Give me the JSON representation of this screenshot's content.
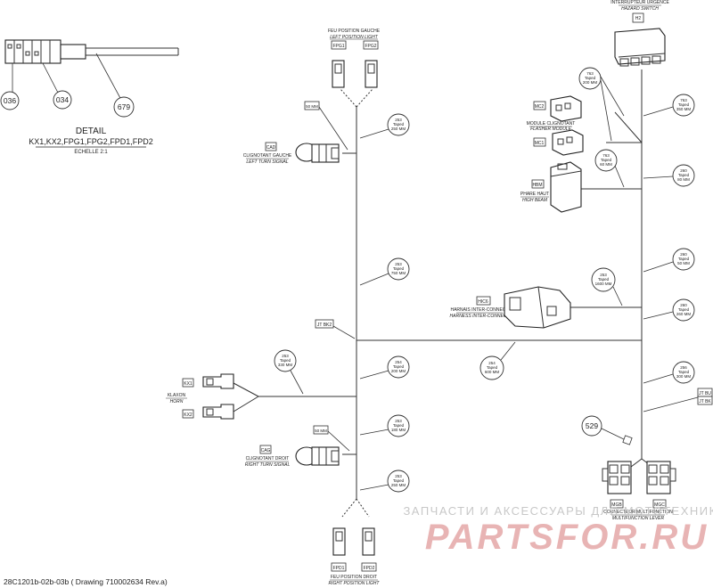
{
  "detail": {
    "title": "DETAIL",
    "refs": "KX1,KX2,FPG1,FPG2,FPD1,FPD2",
    "scale": "ECHELLE 2:1",
    "callouts": [
      "036",
      "034",
      "679"
    ]
  },
  "drawing_ref": "28C1201b-02b-03b ( Drawing 710002634 Rev.a)",
  "components": {
    "kx1": {
      "tag": "KX1"
    },
    "kx2": {
      "tag": "KX2"
    },
    "klaxon": {
      "fr": "KLAXON",
      "en": "HORN"
    },
    "cag": {
      "tag": "CAG",
      "fr": "CLIGNOTANT GAUCHE",
      "en": "LEFT TURN SIGNAL"
    },
    "cad": {
      "tag": "CAD",
      "fr": "CLIGNOTANT DROIT",
      "en": "RIGHT TURN SIGNAL"
    },
    "fpg": {
      "fr": "FEU POSITION GAUCHE",
      "en": "LEFT POSITION LIGHT",
      "tags": [
        "FPG1",
        "FPG2"
      ]
    },
    "fpd": {
      "fr": "FEU POSITION DROIT",
      "en": "RIGHT POSITION LIGHT",
      "tags": [
        "FPD1",
        "FPD2"
      ]
    },
    "h2": {
      "tag": "H2",
      "fr": "INTERRUPTEUR URGENCE",
      "en": "HAZARD SWITCH"
    },
    "mc": {
      "fr": "MODULE CLIGNOTANT",
      "en": "FLASHER MODULE",
      "tags": [
        "MC2",
        "MC1"
      ]
    },
    "hbm": {
      "tag": "HBM",
      "fr": "PHARE HAUT",
      "en": "HIGH BEAM"
    },
    "hic": {
      "tag": "HIC6",
      "fr": "HARNAIS INTER-CONNECT",
      "en": "HARNESS INTER-CONNECT"
    },
    "mgc": {
      "tags": [
        "MGB",
        "MGC"
      ],
      "fr": "CONNECTEUR MULTIFONCTION",
      "en": "MULTIFUNCTION LEVER"
    },
    "jt_bk2": "JT BK2",
    "jt_bu_bk": [
      "JT BU",
      "JT BK"
    ],
    "callout_529": "529"
  },
  "dims": {
    "d_50a": "50 MM",
    "d_50b": "50 MM",
    "t253_top": [
      "253",
      "Taped",
      "250 MM"
    ],
    "t253_mid": [
      "253",
      "Taped",
      "750 MM"
    ],
    "t253_left": [
      "253",
      "Taped",
      "330 MM"
    ],
    "t254_left": [
      "254",
      "Taped",
      "200 MM"
    ],
    "t253_180": [
      "253",
      "Taped",
      "180 MM"
    ],
    "t253_bot": [
      "253",
      "Taped",
      "250 MM"
    ],
    "t254_mid": [
      "254",
      "Taped",
      "600 MM"
    ],
    "t763_200": [
      "763",
      "Taped",
      "200 MM"
    ],
    "t763_60": [
      "763",
      "Taped",
      "60 MM"
    ],
    "t763_350": [
      "763",
      "Taped",
      "350 MM"
    ],
    "t260_80": [
      "260",
      "Taped",
      "80 MM"
    ],
    "t253_1600": [
      "253",
      "Taped",
      "1600 MM"
    ],
    "t260_50": [
      "260",
      "Taped",
      "50 MM"
    ],
    "t260_260": [
      "260",
      "Taped",
      "260 MM"
    ],
    "t256_300": [
      "256",
      "Taped",
      "300 MM"
    ]
  },
  "watermark": {
    "line1": "ЗАПЧАСТИ И АКСЕССУАРЫ ДЛЯ МОТОТЕХНИКИ",
    "line2": "PARTSFOR.RU"
  }
}
